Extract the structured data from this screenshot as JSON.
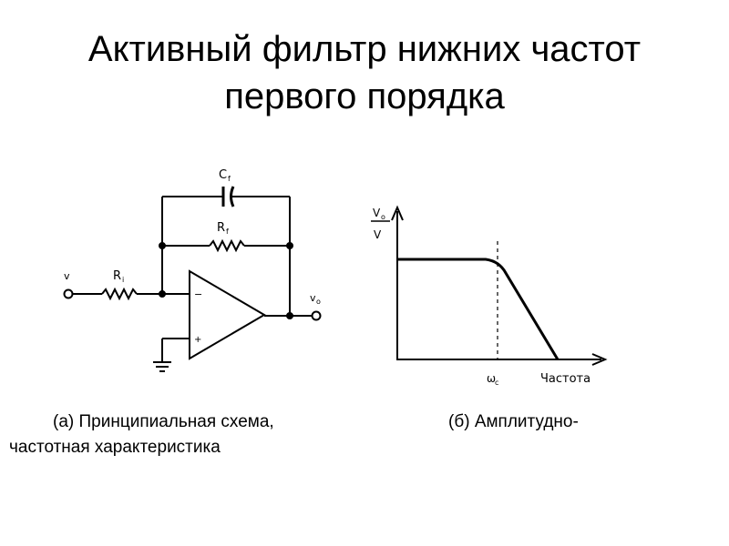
{
  "slide": {
    "title_line1": "Активный фильтр нижних частот",
    "title_line2": "первого порядка",
    "caption_a": "(а) Принципиальная схема,",
    "caption_b": "(б) Амплитудно-",
    "caption_c": "частотная характеристика"
  },
  "circuit": {
    "cap_label": "C",
    "cap_sub": "f",
    "rf_label": "R",
    "rf_sub": "f",
    "r1_label": "R",
    "r1_sub": "i",
    "vin_label": "v",
    "vout_label": "v",
    "vout_sub": "o",
    "minus_sign": "−",
    "plus_sign": "+"
  },
  "graph": {
    "y_num": "V",
    "y_num_sub": "o",
    "y_den": "V",
    "x_label": "Частота",
    "cutoff_label": "ω",
    "cutoff_sub": "c"
  }
}
